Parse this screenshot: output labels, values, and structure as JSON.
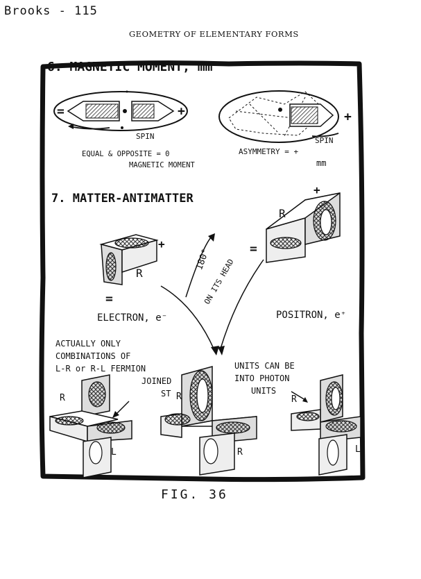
{
  "header": {
    "tag": "Brooks - 115",
    "title": "GEOMETRY OF ELEMENTARY FORMS"
  },
  "section6": {
    "heading": "6. MAGNETIC MOMENT, mm",
    "left": {
      "minus": "=",
      "plus": "+",
      "spin": "SPIN",
      "caption_line1": "EQUAL & OPPOSITE = 0",
      "caption_line2": "MAGNETIC MOMENT"
    },
    "right": {
      "plus": "+",
      "spin": "SPIN",
      "caption": "ASYMMETRY = +",
      "caption_mm": "mm"
    }
  },
  "section7": {
    "heading": "7. MATTER-ANTIMATTER",
    "electron_label": "ELECTRON, e⁻",
    "positron_label": "POSITRON, e⁺",
    "rotation_angle": "180°",
    "rotation_text": "ON ITS HEAD",
    "label_R1": "R",
    "label_R2": "R",
    "plus1": "+",
    "plus2": "+",
    "equals1": "=",
    "equals2": "=",
    "note_left": [
      "ACTUALLY ONLY",
      "COMBINATIONS OF",
      "L-R or R-L FERMION",
      "JOINED",
      "ST"
    ],
    "note_right": [
      "UNITS CAN BE",
      "INTO PHOTON",
      "UNITS"
    ],
    "combo_labels": {
      "left_R": "R",
      "left_L": "L",
      "mid_R1": "R",
      "mid_R2": "R",
      "right_R": "R",
      "right_L": "L"
    }
  },
  "figure_caption": "FIG. 36"
}
